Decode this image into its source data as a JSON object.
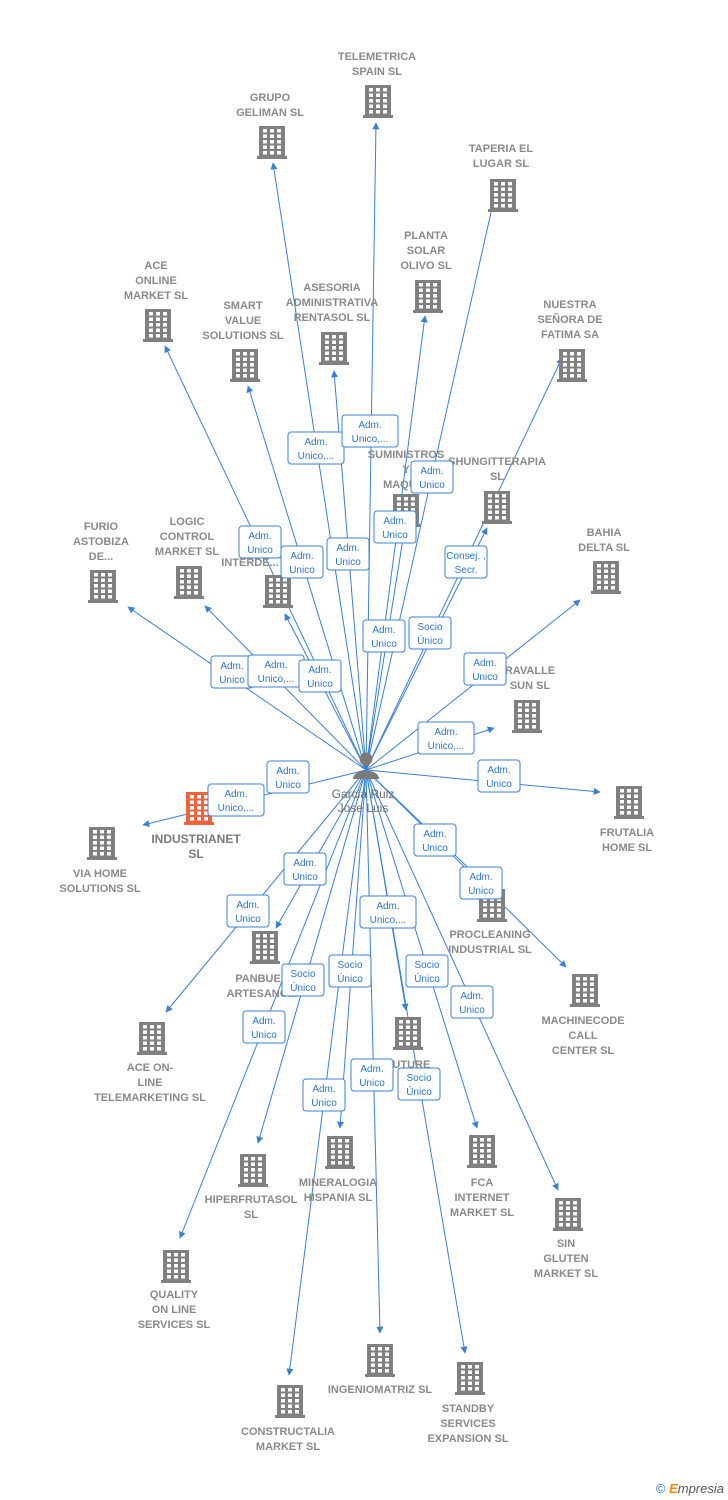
{
  "center": {
    "name_lines": [
      "Garcia Ruiz",
      "Jose Luis"
    ]
  },
  "companies": [
    {
      "lines": [
        "TELEMETRICA",
        "SPAIN  SL"
      ]
    },
    {
      "lines": [
        "GRUPO",
        "GELIMAN  SL"
      ]
    },
    {
      "lines": [
        "TAPERIA EL",
        "LUGAR SL"
      ]
    },
    {
      "lines": [
        "PLANTA",
        "SOLAR",
        "OLIVO SL"
      ]
    },
    {
      "lines": [
        "ACE",
        "ONLINE",
        "MARKET SL"
      ]
    },
    {
      "lines": [
        "ASESORIA",
        "ADMINISTRATIVA",
        "RENTASOL SL"
      ]
    },
    {
      "lines": [
        "SMART",
        "VALUE",
        "SOLUTIONS SL"
      ]
    },
    {
      "lines": [
        "NUESTRA",
        "SEÑORA DE",
        "FATIMA SA"
      ]
    },
    {
      "lines": [
        "SUMINISTROS",
        "Y",
        "MAQUI..."
      ]
    },
    {
      "lines": [
        "SHUNGITTERAPIA",
        "SL"
      ]
    },
    {
      "lines": [
        "FURIO",
        "ASTOBIZA",
        "DE..."
      ]
    },
    {
      "lines": [
        "LOGIC",
        "CONTROL",
        "MARKET  SL"
      ]
    },
    {
      "lines": [
        "INTERDE..."
      ]
    },
    {
      "lines": [
        "BAHIA",
        "DELTA SL"
      ]
    },
    {
      "lines": [
        "RAVALLE",
        "SUN  SL"
      ]
    },
    {
      "lines": [
        "FRUTALIA",
        "HOME  SL"
      ]
    },
    {
      "lines": [
        "INDUSTRIANET",
        "SL"
      ],
      "highlight": true
    },
    {
      "lines": [
        "VIA HOME",
        "SOLUTIONS SL"
      ]
    },
    {
      "lines": [
        "PROCLEANING",
        "INDUSTRIAL SL"
      ]
    },
    {
      "lines": [
        "MACHINECODE",
        "CALL",
        "CENTER  SL"
      ]
    },
    {
      "lines": [
        "PANBUEN",
        "ARTESANO..."
      ]
    },
    {
      "lines": [
        "ACE ON-",
        "LINE",
        "TELEMARKETING SL"
      ]
    },
    {
      "lines": [
        "FUTURE",
        "..."
      ]
    },
    {
      "lines": [
        "FCA",
        "INTERNET",
        "MARKET  SL"
      ]
    },
    {
      "lines": [
        "HIPERFRUTASOL",
        "SL"
      ]
    },
    {
      "lines": [
        "MINERALOGIA",
        "HISPANIA  SL"
      ]
    },
    {
      "lines": [
        "SIN",
        "GLUTEN",
        "MARKET  SL"
      ]
    },
    {
      "lines": [
        "QUALITY",
        "ON LINE",
        "SERVICES  SL"
      ]
    },
    {
      "lines": [
        "INGENIOMATRIZ SL"
      ]
    },
    {
      "lines": [
        "STANDBY",
        "SERVICES",
        "EXPANSION SL"
      ]
    },
    {
      "lines": [
        "CONSTRUCTALIA",
        "MARKET  SL"
      ]
    }
  ],
  "roles": [
    {
      "lines": [
        "Adm.",
        "Unico,..."
      ]
    },
    {
      "lines": [
        "Adm.",
        "Unico,..."
      ]
    },
    {
      "lines": [
        "Adm.",
        "Unico"
      ]
    },
    {
      "lines": [
        "Adm.",
        "Unico"
      ]
    },
    {
      "lines": [
        "Adm.",
        "Unico"
      ]
    },
    {
      "lines": [
        "Adm.",
        "Unico"
      ]
    },
    {
      "lines": [
        "Adm.",
        "Unico"
      ]
    },
    {
      "lines": [
        "Consej. ,",
        "Secr."
      ]
    },
    {
      "lines": [
        "Adm.",
        "Unico"
      ]
    },
    {
      "lines": [
        "Socio",
        "Único"
      ]
    },
    {
      "lines": [
        "Adm.",
        "Unico"
      ]
    },
    {
      "lines": [
        "Adm.",
        "Unico,..."
      ]
    },
    {
      "lines": [
        "Adm.",
        "Unico"
      ]
    },
    {
      "lines": [
        "Adm.",
        "Unico"
      ]
    },
    {
      "lines": [
        "Adm.",
        "Unico,..."
      ]
    },
    {
      "lines": [
        "Adm.",
        "Unico"
      ]
    },
    {
      "lines": [
        "Adm.",
        "Unico,..."
      ]
    },
    {
      "lines": [
        "Adm.",
        "Unico"
      ]
    },
    {
      "lines": [
        "Adm.",
        "Unico"
      ]
    },
    {
      "lines": [
        "Adm.",
        "Unico"
      ]
    },
    {
      "lines": [
        "Adm.",
        "Unico"
      ]
    },
    {
      "lines": [
        "Adm.",
        "Unico"
      ]
    },
    {
      "lines": [
        "Adm.",
        "Unico,..."
      ]
    },
    {
      "lines": [
        "Socio",
        "Único"
      ]
    },
    {
      "lines": [
        "Socio",
        "Único"
      ]
    },
    {
      "lines": [
        "Socio",
        "Único"
      ]
    },
    {
      "lines": [
        "Adm.",
        "Unico"
      ]
    },
    {
      "lines": [
        "Adm.",
        "Unico"
      ]
    },
    {
      "lines": [
        "Adm.",
        "Unico"
      ]
    },
    {
      "lines": [
        "Socio",
        "Único"
      ]
    },
    {
      "lines": [
        "Adm.",
        "Unico"
      ]
    }
  ],
  "footer": {
    "copyright": "©",
    "brand_initial": "E",
    "brand_rest": "mpresia"
  },
  "colors": {
    "edge": "#3a80d2",
    "building": "#808080",
    "highlight": "#f0643c"
  }
}
